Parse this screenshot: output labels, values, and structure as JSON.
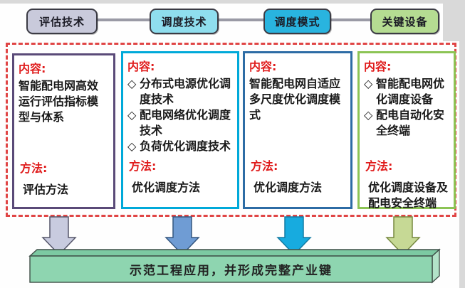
{
  "top_nodes": [
    {
      "label": "评估技术",
      "fill": "#c9cadb"
    },
    {
      "label": "调度技术",
      "fill": "#8fdeee"
    },
    {
      "label": "调度模式",
      "fill": "#29b4df"
    },
    {
      "label": "关键设备",
      "fill": "#b5dc92"
    }
  ],
  "bullet_char": "◇",
  "panels": [
    {
      "content_label": "内容:",
      "content_text": "智能配电网高效运行评估指标模型与体系",
      "method_label": "方法:",
      "method_text": "评估方法",
      "border_color": "#5a4a78"
    },
    {
      "content_label": "内容:",
      "content_items": [
        "分布式电源优化调度技术",
        "配电网络优化调度技术",
        "负荷优化调度技术"
      ],
      "method_label": "方法:",
      "method_text": "优化调度方法",
      "border_color": "#00a9d9"
    },
    {
      "content_label": "内容:",
      "content_text": "智能配电网自适应多尺度优化调度模式",
      "method_label": "方法:",
      "method_text": "优化调度方法",
      "border_color": "#2d6ca5"
    },
    {
      "content_label": "内容:",
      "content_items": [
        "智能配电网优化调度设备",
        "配电自动化安全终端"
      ],
      "method_label": "方法:",
      "method_text": "优化调度设备及配电安全终端",
      "border_color": "#8cc455"
    }
  ],
  "arrows": [
    {
      "fill": "#c8cbdf",
      "stroke": "#55566a"
    },
    {
      "fill": "#6f9cd4",
      "stroke": "#35567e"
    },
    {
      "fill": "#17abdf",
      "stroke": "#137ba3"
    },
    {
      "fill": "#c6d995",
      "stroke": "#76883f"
    }
  ],
  "bottom_bar": {
    "label": "示范工程应用，并形成完整产业键",
    "front_fill": "#8ed5b0",
    "top_fill": "#7cc9a2",
    "side_fill": "#b2e2c8",
    "stroke": "#3f4f48"
  },
  "colors": {
    "dashed_frame": "#e04545",
    "connector": "#9a9aa5",
    "label_red": "#e01d1d",
    "artifact_gray": "#d9d9d9"
  }
}
